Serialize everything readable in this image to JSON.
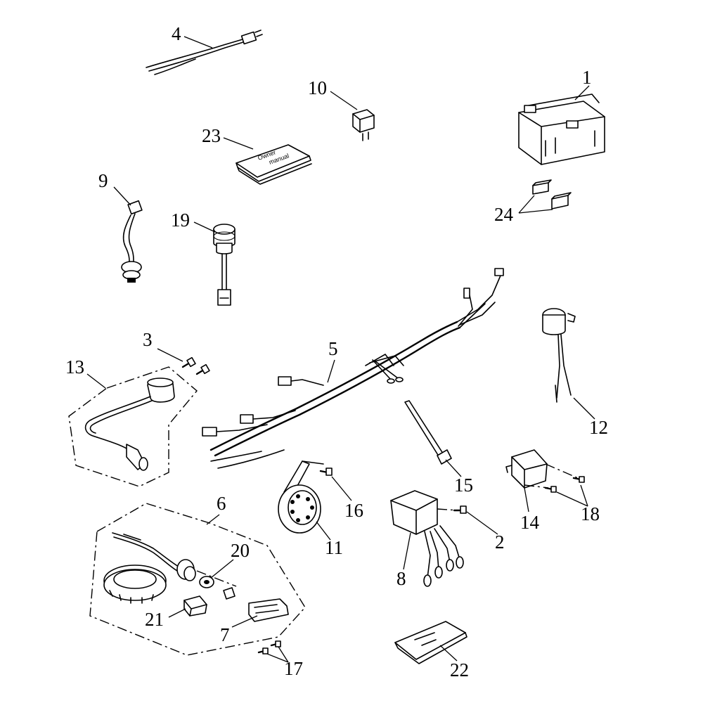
{
  "callouts": {
    "c1": "1",
    "c2": "2",
    "c3": "3",
    "c4": "4",
    "c5": "5",
    "c6": "6",
    "c7": "7",
    "c8": "8",
    "c9": "9",
    "c10": "10",
    "c11": "11",
    "c12": "12",
    "c13": "13",
    "c14": "14",
    "c15": "15",
    "c16": "16",
    "c17": "17",
    "c18": "18",
    "c19": "19",
    "c20": "20",
    "c21": "21",
    "c22": "22",
    "c23": "23",
    "c24": "24"
  },
  "manual_cover": {
    "line1": "Owner",
    "line2": "manual"
  }
}
